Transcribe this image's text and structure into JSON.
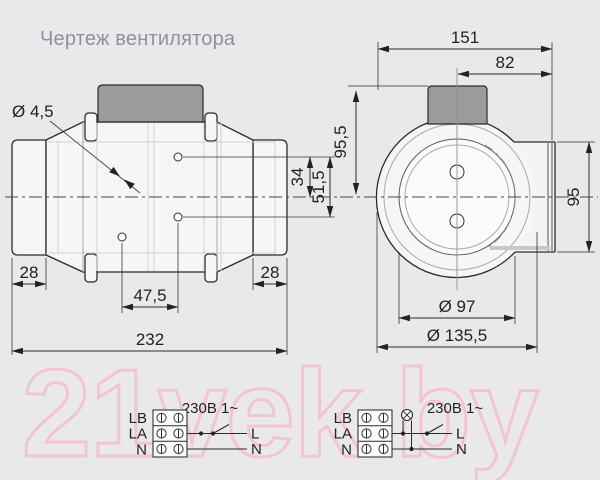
{
  "title": "Чертеж вентилятора",
  "watermark": "21vek.by",
  "colors": {
    "background": "#e9e9eb",
    "line_dark": "#2b2b2b",
    "junction_box_fill": "#9b9b9d",
    "watermark_pink": "#f2c6ce",
    "title_gray": "#8d929a"
  },
  "side_view": {
    "dim_hole_diameter": "Ø 4,5",
    "dim_left_spigot": "28",
    "dim_right_spigot": "28",
    "dim_holes_horizontal": "47,5",
    "dim_total_length": "232",
    "dim_hole_above_axis": "34",
    "dim_holes_vertical": "51,5"
  },
  "front_view": {
    "dim_box_top_to_axis": "95,5",
    "dim_overall_width": "151",
    "dim_axis_to_edge": "82",
    "dim_outlet_height": "95",
    "dim_duct_diameter": "Ø 97",
    "dim_body_diameter": "Ø 135,5"
  },
  "wiring": {
    "left": {
      "title": "230В 1~",
      "terminals": [
        "LB",
        "LA",
        "N"
      ],
      "live_label": "L",
      "neutral_label": "N"
    },
    "right": {
      "title": "230В 1~",
      "terminals": [
        "LB",
        "LA",
        "N"
      ],
      "live_label": "L",
      "neutral_label": "N"
    }
  }
}
